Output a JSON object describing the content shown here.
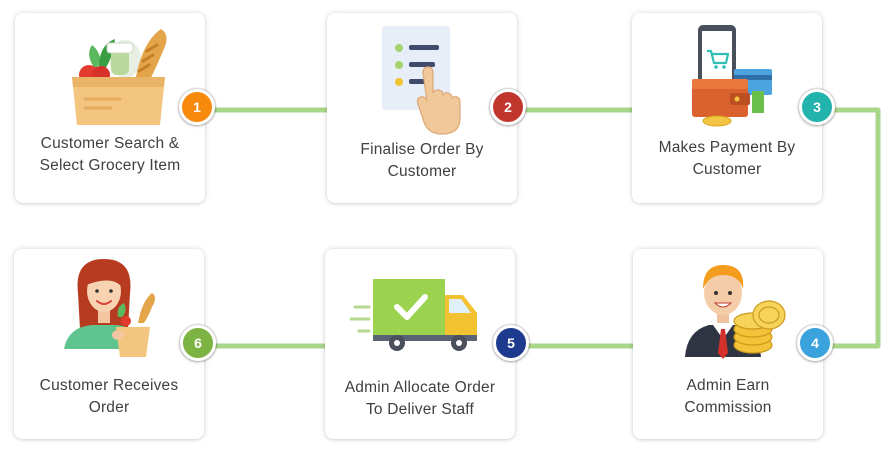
{
  "colors": {
    "connector": "#a8d68a",
    "card_background": "#ffffff",
    "text": "#404040"
  },
  "steps": [
    {
      "number": "1",
      "line1": "Customer Search &",
      "line2": "Select Grocery Item",
      "icon": "grocery-bag-icon",
      "badge_color": "#f7890c"
    },
    {
      "number": "2",
      "line1": "Finalise Order By",
      "line2": "Customer",
      "icon": "checklist-tap-icon",
      "badge_color": "#c0362c"
    },
    {
      "number": "3",
      "line1": "Makes Payment By",
      "line2": "Customer",
      "icon": "mobile-payment-icon",
      "badge_color": "#22b3ad"
    },
    {
      "number": "4",
      "line1": "Admin Earn",
      "line2": "Commission",
      "icon": "businessman-coins-icon",
      "badge_color": "#3aa3dd"
    },
    {
      "number": "5",
      "line1": "Admin Allocate Order",
      "line2": "To Deliver Staff",
      "icon": "delivery-truck-icon",
      "badge_color": "#1d3a8f"
    },
    {
      "number": "6",
      "line1": "Customer Receives",
      "line2": "Order",
      "icon": "woman-groceries-icon",
      "badge_color": "#7cb342"
    }
  ]
}
